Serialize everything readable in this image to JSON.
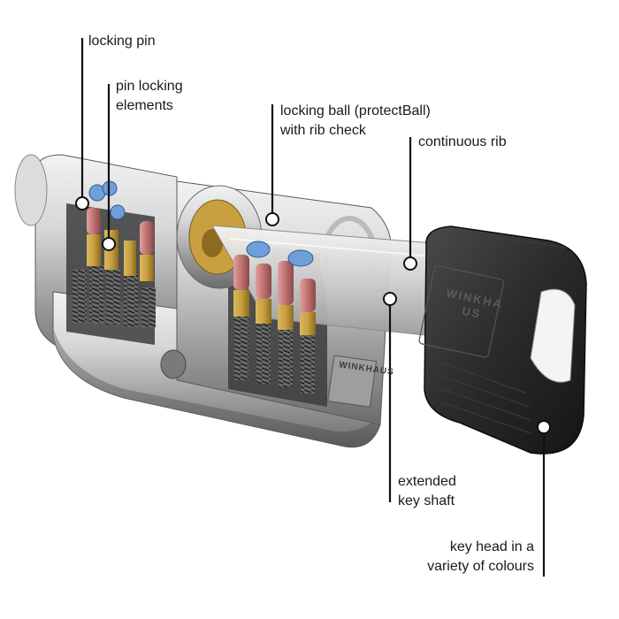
{
  "callouts": {
    "locking_pin": {
      "lines": [
        "locking pin"
      ]
    },
    "pin_locking_elements": {
      "lines": [
        "pin locking",
        "elements"
      ]
    },
    "locking_ball": {
      "lines": [
        "locking ball (protectBall)",
        "with rib check"
      ]
    },
    "continuous_rib": {
      "lines": [
        "continuous rib"
      ]
    },
    "extended_key_shaft": {
      "lines": [
        "extended",
        "key shaft"
      ]
    },
    "key_head": {
      "lines": [
        "key head in a",
        "variety of colours"
      ]
    }
  },
  "brand": {
    "cylinder_logo": "WINKHAUS",
    "key_logo": "WINKHAUS"
  },
  "colors": {
    "background": "#ffffff",
    "leader_line": "#111111",
    "marker_fill": "#ffffff",
    "cylinder_body": "#b9b9b9",
    "key_head": "#2a2a2a",
    "pin_copper": "#c07070",
    "pin_brass": "#c8a040",
    "pin_blue": "#6f9fd8",
    "spring": "#4a4a4a"
  }
}
